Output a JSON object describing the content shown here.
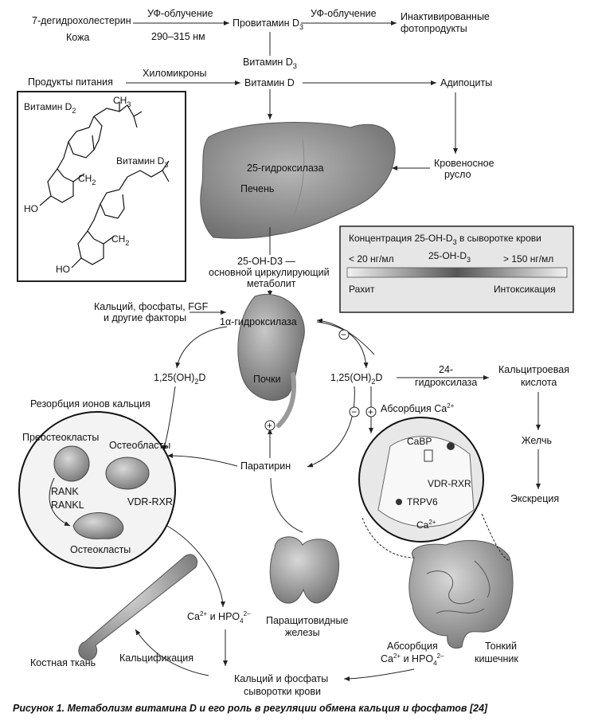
{
  "labels": {
    "dehydro": "7-дегидрохолестерин",
    "skin": "Кожа",
    "uv1": "УФ-облучение",
    "nm": "290–315 нм",
    "provitamin": "Провитамин D",
    "provitamin_sub": "3",
    "uv2": "УФ-облучение",
    "inactive1": "Инактивированные",
    "inactive2": "фотопродукты",
    "vitd3": "Витамин D",
    "vitd3_sub": "3",
    "food": "Продукты питания",
    "chylo": "Хиломикроны",
    "vitd": "Витамин D",
    "adipo": "Адипоциты",
    "blood1": "Кровеносное",
    "blood2": "русло",
    "hydroxylase25": "25-гидроксилаза",
    "liver": "Печень",
    "ohd3_1": "25-OH-D3 —",
    "ohd3_2": "основной циркулирующий",
    "ohd3_3": "метаболит",
    "factors1": "Кальций, фосфаты, FGF",
    "factors2": "и другие факторы",
    "hydroxylase1a": "1α-гидроксилаза",
    "oh2d_left": "1,25(OH)",
    "oh2d_right": "1,25(OH)",
    "kidney": "Почки",
    "hydroxylase24_1": "24-",
    "hydroxylase24_2": "гидроксилаза",
    "calcitro1": "Кальцитроевая",
    "calcitro2": "кислота",
    "bile": "Желчь",
    "excretion": "Экскреция",
    "resorption": "Резорбция ионов кальция",
    "preosteo": "Преостеокласты",
    "osteob": "Остеобласты",
    "rank": "RANK",
    "rankl": "RANKL",
    "vdrrxr_left": "VDR-RXR",
    "osteocl": "Остеокласты",
    "parathyrin": "Паратирин",
    "absorp_ca": "Абсорбция Ca",
    "cabp": "CaBP",
    "vdrrxr_right": "VDR-RXR",
    "trpv6": "TRPV6",
    "ca": "Ca",
    "cahpo": "Ca",
    "parathyroid1": "Паращитовидные",
    "parathyroid2": "железы",
    "absorp2": "Абсорбция",
    "absorp2b": "Ca",
    "small1": "Тонкий",
    "small2": "кишечник",
    "bone": "Костная ткань",
    "calcif": "Кальцификация",
    "serum1": "Кальций и фосфаты",
    "serum2": "сыворотки крови",
    "minus": "−",
    "plus": "+",
    "sup_2plus": "2+",
    "and_hpo": " и HPO",
    "sub_4": "4",
    "sup_2minus": "2–",
    "sub_2": "2",
    "d": "D"
  },
  "molecules": {
    "vitd2": "Витамин D",
    "vitd2_sub": "2",
    "vitd3": "Витамин D",
    "vitd3_sub": "3",
    "ch3": "CH",
    "ch3_sub": "3",
    "ch2_a": "CH",
    "ch2_a_sub": "2",
    "ch2_b": "CH",
    "ch2_b_sub": "2",
    "ho_a": "HO",
    "ho_b": "HO"
  },
  "scale": {
    "title": "Концентрация 25-OH-D",
    "title_sub": "3",
    "title_tail": " в сыворотке крови",
    "low": "< 20 нг/мл",
    "mid": "25-OH-D",
    "mid_sub": "3",
    "high": "> 150 нг/мл",
    "rickets": "Рахит",
    "intox": "Интоксикация"
  },
  "caption": "Рисунок 1. Метаболизм витамина D и его роль в регуляции обмена кальция и фосфатов [24]"
}
